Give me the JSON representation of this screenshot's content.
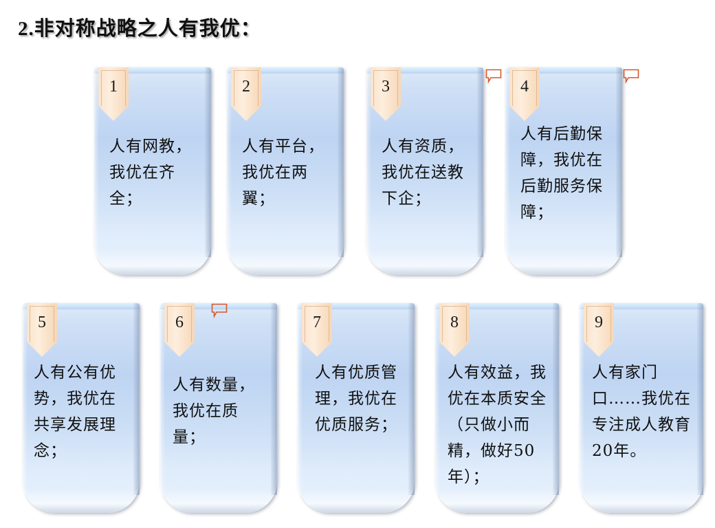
{
  "slide": {
    "title": "2.非对称战略之人有我优：",
    "background_color": "#ffffff",
    "card_accent_color": "#bed4f2",
    "ribbon_color": "#fbe3cb",
    "comment_marker_color": "#d4582c"
  },
  "cards": [
    {
      "number": "1",
      "text": "人有网教，我优在齐全；",
      "align": "left"
    },
    {
      "number": "2",
      "text": "人有平台，我优在两翼；",
      "align": "left"
    },
    {
      "number": "3",
      "text": "人有资质，我优在送教下企；",
      "align": "left"
    },
    {
      "number": "4",
      "text": "人有后勤保障，我优在后勤服务保障；",
      "align": "left"
    },
    {
      "number": "5",
      "text": "人有公有优势，我优在共享发展理念；",
      "align": "left"
    },
    {
      "number": "6",
      "text": "人有数量，我优在质量；",
      "align": "left"
    },
    {
      "number": "7",
      "text": "人有优质管理，我优在优质服务；",
      "align": "center"
    },
    {
      "number": "8",
      "text": "人有效益，我优在本质安全（只做小而精，做好50年）；",
      "align": "left"
    },
    {
      "number": "9",
      "text": "人有家门口……我优在专注成人教育20年。",
      "align": "left"
    }
  ],
  "comment_markers": [
    {
      "name": "comment-marker-1"
    },
    {
      "name": "comment-marker-2"
    },
    {
      "name": "comment-marker-3"
    }
  ]
}
